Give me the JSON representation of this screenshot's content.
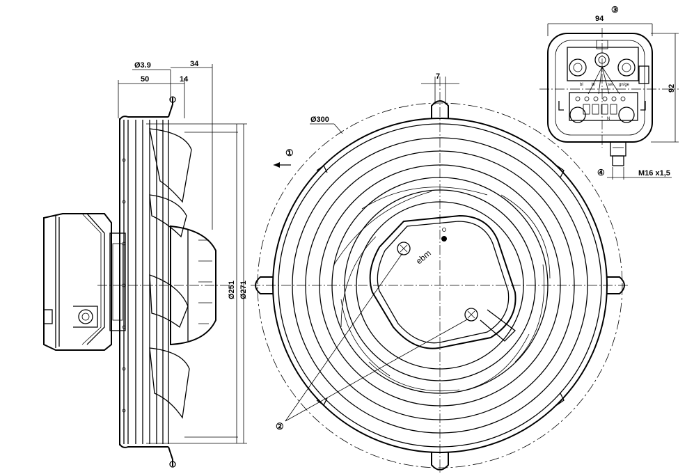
{
  "dimensions": {
    "side_view": {
      "hole_dia": "Ø3.9",
      "depth_50": "50",
      "depth_34": "34",
      "depth_14": "14",
      "dia_251": "Ø251",
      "dia_271": "Ø271"
    },
    "front_view": {
      "width_7": "7",
      "dia_300": "Ø300"
    },
    "terminal_box": {
      "width_94": "94",
      "height_92": "92",
      "gland": "M16 x1,5"
    }
  },
  "callouts": {
    "airflow": "①",
    "screws": "②",
    "terminal_box": "③",
    "cable_gland": "④"
  },
  "labels": {
    "brand": "ebm",
    "terminals": [
      "bl",
      "br",
      "sw",
      "gn/ge"
    ],
    "neutral": "N"
  }
}
